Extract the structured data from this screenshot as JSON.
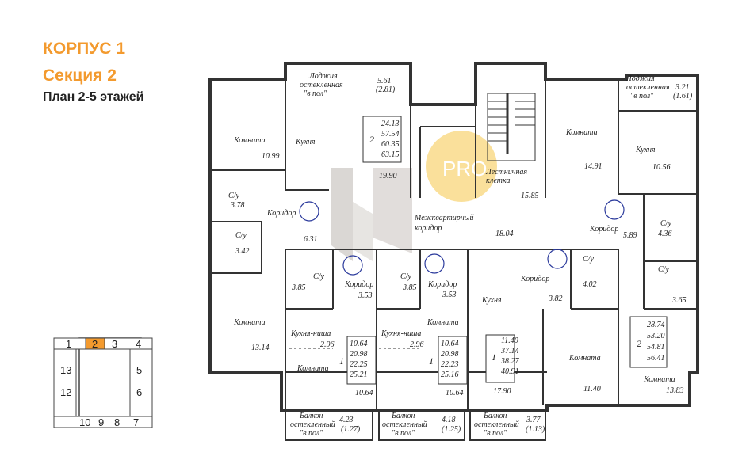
{
  "header": {
    "building": "КОРПУС 1",
    "section": "Секция 2",
    "plan": "План 2-5 этажей"
  },
  "watermark": "PRO",
  "colors": {
    "accent": "#f39a2e",
    "wall": "#333333",
    "watermark": "#f6c84a"
  },
  "rooms": {
    "r1": "Комната",
    "a1": "10.99",
    "r2": "Кухня",
    "a2": "19.90",
    "r3": "Лоджия",
    "r3b": "остекленная",
    "r3c": "\"в пол\"",
    "a3": "5.61",
    "a3b": "(2.81)",
    "su1": "С/у",
    "su1a": "3.78",
    "kor1": "Коридор",
    "su2": "С/у",
    "su2a": "3.42",
    "kor1a": "6.31",
    "r4": "Комната",
    "a4": "13.14",
    "mk": "Межквартирный",
    "mk2": "коридор",
    "mka": "18.04",
    "ls": "Лестничная",
    "ls2": "клетка",
    "lsa": "15.85",
    "r5": "Комната",
    "a5": "14.91",
    "r6": "Лоджия",
    "r6b": "остекленная",
    "r6c": "\"в пол\"",
    "a6": "3.21",
    "a6b": "(1.61)",
    "r7": "Кухня",
    "a7": "10.56",
    "kor2": "Коридор",
    "kor2a": "5.89",
    "su3": "С/у",
    "su3a": "4.36",
    "su4": "С/у",
    "su4a": "3.65",
    "r8": "Комната",
    "a8": "13.83",
    "r9": "Комната",
    "a9": "11.40",
    "su5": "С/у",
    "su5a": "4.02",
    "kor3": "Коридор",
    "kor3a": "3.82",
    "r10": "Кухня",
    "a10": "17.90",
    "su6": "С/у",
    "su6a": "3.85",
    "kor4": "Коридор",
    "kor4a": "3.53",
    "kn1": "Кухня-ниша",
    "kn1a": "2.96",
    "r11": "Комната",
    "a11": "10.64",
    "su7": "С/у",
    "su7a": "3.85",
    "kor5": "Коридор",
    "kor5a": "3.53",
    "kn2": "Кухня-ниша",
    "kn2a": "2.96",
    "r12": "Комната",
    "a12": "10.64",
    "b1": "Балкон",
    "b1b": "остекленный",
    "b1c": "\"в пол\"",
    "b1a": "4.23",
    "b1ab": "(1.27)",
    "b2": "Балкон",
    "b2b": "остекленный",
    "b2c": "\"в пол\"",
    "b2a": "4.18",
    "b2ab": "(1.25)",
    "b3": "Балкон",
    "b3b": "остекленный",
    "b3c": "\"в пол\"",
    "b3a": "3.77",
    "b3ab": "(1.13)"
  },
  "apartments": [
    {
      "rooms": "2",
      "areas": [
        "24.13",
        "57.54",
        "60.35",
        "63.15"
      ]
    },
    {
      "rooms": "1",
      "areas": [
        "10.64",
        "20.98",
        "22.25",
        "25.21"
      ]
    },
    {
      "rooms": "1",
      "areas": [
        "10.64",
        "20.98",
        "22.23",
        "25.16"
      ]
    },
    {
      "rooms": "1",
      "areas": [
        "11.40",
        "37.14",
        "38.27",
        "40.91"
      ]
    },
    {
      "rooms": "2",
      "areas": [
        "28.74",
        "53.20",
        "54.81",
        "56.41"
      ]
    }
  ],
  "key_plan": {
    "top": [
      "1",
      "2",
      "3",
      "4"
    ],
    "left": [
      "13",
      "12"
    ],
    "right": [
      "5",
      "6"
    ],
    "bottom": [
      "10",
      "9",
      "8",
      "7"
    ],
    "highlighted": "2"
  }
}
